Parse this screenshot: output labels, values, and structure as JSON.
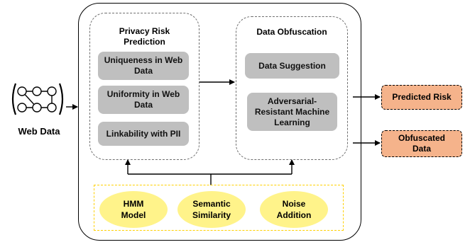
{
  "web_data": {
    "label": "Web Data"
  },
  "privacy_risk": {
    "title": "Privacy Risk\nPrediction",
    "items": [
      "Uniqueness in Web Data",
      "Uniformity in Web Data",
      "Linkability with PII"
    ]
  },
  "obfuscation": {
    "title": "Data Obfuscation",
    "items": [
      "Data Suggestion",
      "Adversarial-\nResistant Machine\nLearning"
    ]
  },
  "techniques": [
    "HMM\nModel",
    "Semantic\nSimilarity",
    "Noise\nAddition"
  ],
  "outputs": [
    "Predicted Risk",
    "Obfuscated\nData"
  ],
  "colors": {
    "process_box": "#bfbfbf",
    "technique_fill": "#fff38a",
    "technique_border": "#ffd000",
    "output_fill": "#f5b38b",
    "panel_border": "#6f6f6f"
  }
}
